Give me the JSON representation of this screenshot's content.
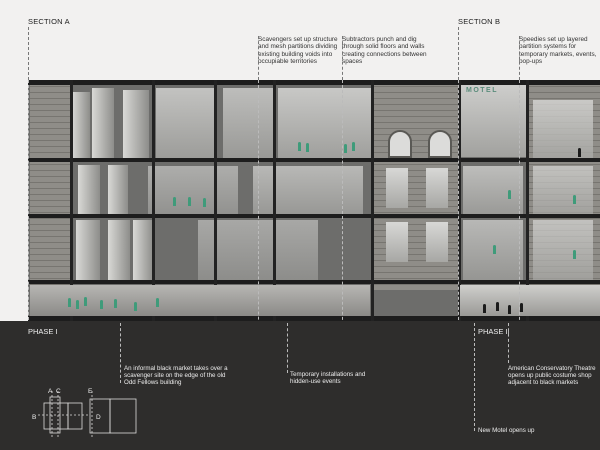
{
  "sections": {
    "a": "SECTION A",
    "b": "SECTION B"
  },
  "annotations": {
    "scavengers": "Scavengers set up structure and mesh partitions dividing existing building voids into occupiable territories",
    "subtractors": "Subtractors punch and dig through solid floors and walls creating connections between spaces",
    "speedies": "Speedies set up layered partition systems for temporary markets, events, pop-ups"
  },
  "signage": {
    "motel": "MOTEL"
  },
  "phases": {
    "one": "PHASE I",
    "two": "PHASE II"
  },
  "phase_notes": {
    "black_market": "An informal black market takes over a scavenger site on the edge of the old Odd Fellows building",
    "installations": "Temporary installations and hidden-use events",
    "theatre": "American Conservatory Theatre opens up public costume shop adjacent to black markets",
    "motel": "New Motel opens up"
  },
  "key_plan": {
    "labels": [
      "A",
      "C",
      "E",
      "B",
      "D"
    ]
  },
  "colors": {
    "background": "#f2f1f0",
    "bottom_band": "#2e2d2c",
    "figures": "#3f9b7a",
    "structure": "#1d1d1d"
  }
}
